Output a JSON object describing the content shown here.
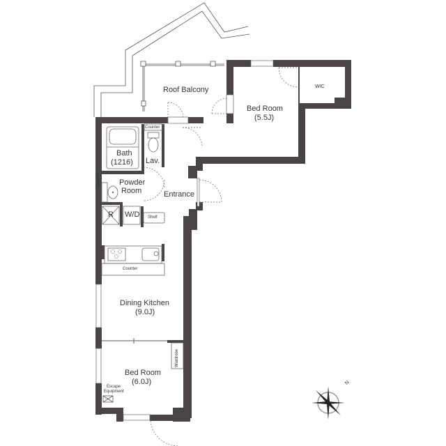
{
  "rooms": {
    "roof_balcony": {
      "name": "Roof Balcony"
    },
    "bed_room_1": {
      "name": "Bed Room",
      "size": "(5.5J)"
    },
    "wic": {
      "name": "WIC"
    },
    "bath": {
      "name": "Bath",
      "size": "(1216)"
    },
    "lav": {
      "name": "Lav."
    },
    "powder_room": {
      "name": "Powder",
      "name2": "Room"
    },
    "entrance": {
      "name": "Entrance"
    },
    "wd": {
      "name": "W/D"
    },
    "refrigerator": {
      "name": "R"
    },
    "dining_kitchen": {
      "name": "Dining Kitchen",
      "size": "(9.0J)"
    },
    "bed_room_2": {
      "name": "Bed Room",
      "size": "(6.0J)"
    }
  },
  "fixtures": {
    "counter_toilet": "Counter",
    "counter_powder": "Counter",
    "counter_kitchen": "Counter",
    "shelf": "Shelf",
    "wardrobe": "Wardrobe",
    "escape_equipment_1": "Escape",
    "escape_equipment_2": "Equipment"
  },
  "compass": {
    "north_label": "N"
  },
  "colors": {
    "wall": "#4a4446",
    "line": "#555555",
    "text": "#333333"
  }
}
